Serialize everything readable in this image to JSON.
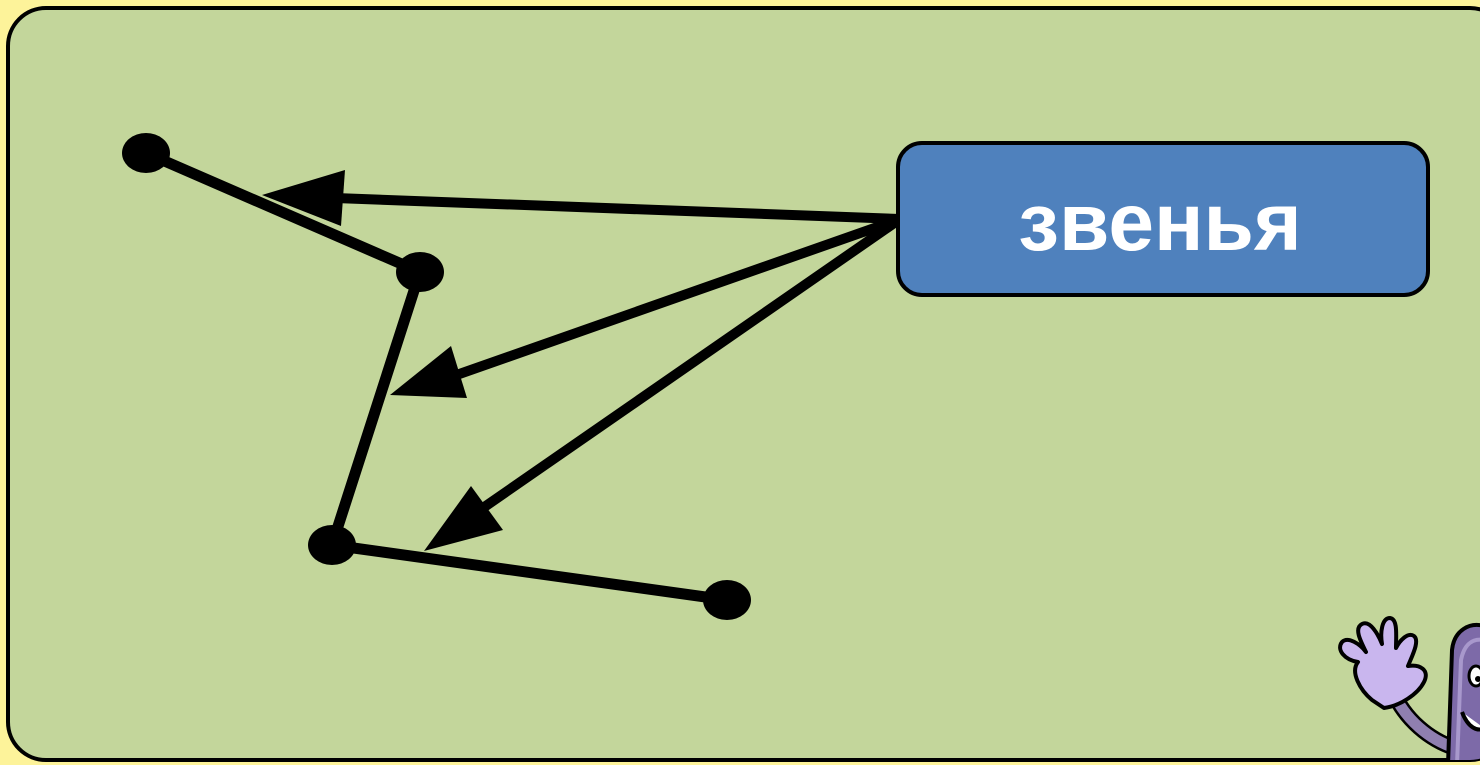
{
  "diagram": {
    "callout_label": "звенья",
    "colors": {
      "page_background": "#fdf39a",
      "panel_fill": "#c3d69b",
      "panel_border": "#000000",
      "label_box_fill": "#4f81bd",
      "label_text": "#ffffff",
      "line_color": "#000000"
    },
    "nodes": [
      "point-1",
      "point-2",
      "point-3",
      "point-4"
    ],
    "segments": [
      "segment-1",
      "segment-2",
      "segment-3"
    ],
    "pointer_arrows": [
      "arrow-to-segment-1",
      "arrow-to-segment-2",
      "arrow-to-segment-3"
    ],
    "mascot": "waving-pencil-character"
  }
}
